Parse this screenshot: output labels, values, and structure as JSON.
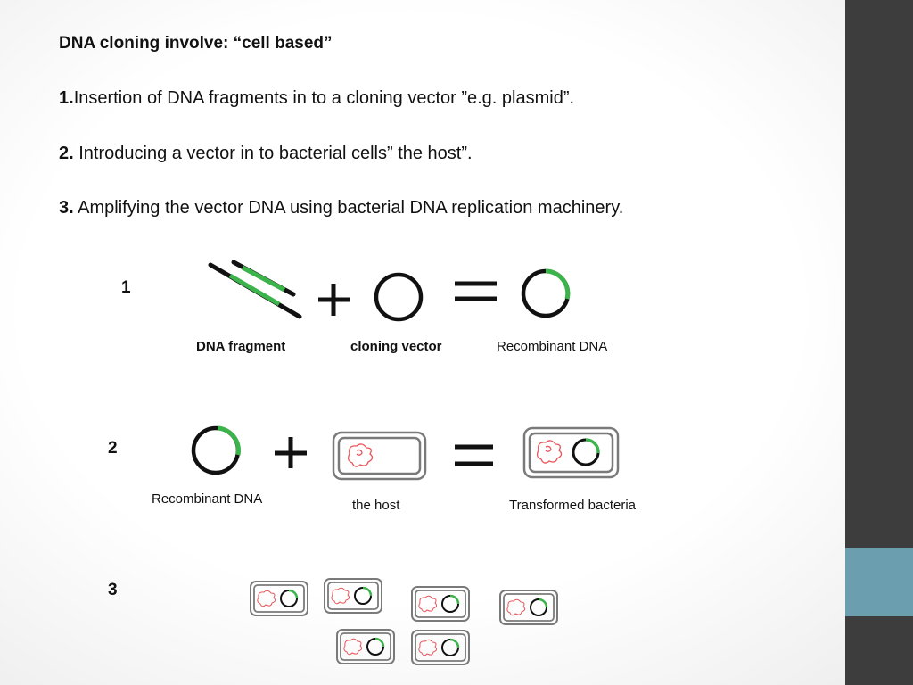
{
  "slide": {
    "title": "DNA cloning involve: “cell based”",
    "steps": [
      {
        "number": "1.",
        "text": "Insertion of DNA fragments  in to a cloning vector ”e.g. plasmid”."
      },
      {
        "number": "2.",
        "text": " Introducing a vector in to bacterial cells” the host”."
      },
      {
        "number": "3.",
        "text": " Amplifying  the vector  DNA  using bacterial DNA replication machinery."
      }
    ]
  },
  "diagram": {
    "row_labels": [
      "1",
      "2",
      "3"
    ],
    "row1": {
      "captions": {
        "fragment": "DNA fragment",
        "vector": "cloning vector",
        "result": "Recombinant DNA"
      }
    },
    "row2": {
      "captions": {
        "recombinant": "Recombinant DNA",
        "host": "the host",
        "result": "Transformed bacteria"
      }
    },
    "colors": {
      "dna": "#111111",
      "insert": "#3cb44b",
      "bacteria_outline": "#7a7a7a",
      "chromosome": "#e8555a"
    }
  },
  "theme": {
    "sidebar": "#3d3d3d",
    "accent": "#6b9fb0"
  }
}
